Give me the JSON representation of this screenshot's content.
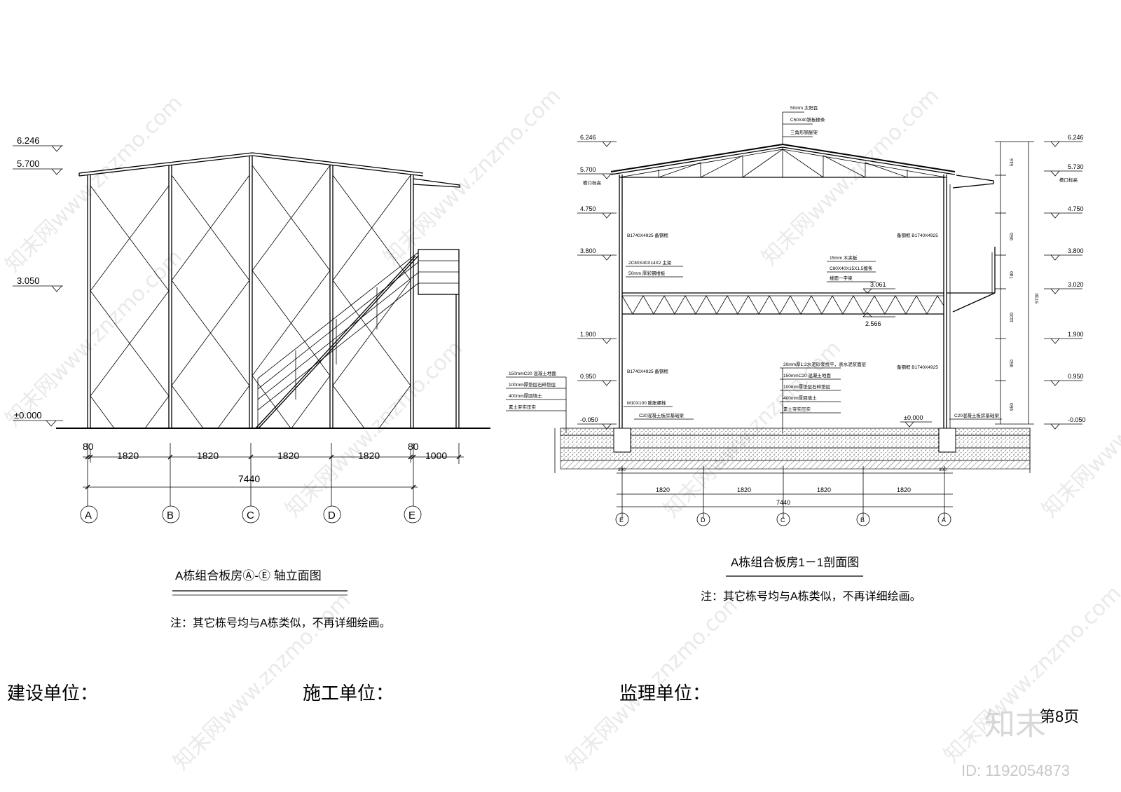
{
  "elevation": {
    "title": "A栋组合板房Ⓐ-Ⓔ 轴立面图",
    "note": "注：其它栋号均与A栋类似，不再详细绘画。",
    "levels": [
      "6.246",
      "5.700",
      "3.050",
      "±0.000"
    ],
    "dims": [
      "80",
      "1820",
      "1820",
      "1820",
      "1820",
      "80",
      "1000"
    ],
    "total": "7440",
    "axes": [
      "A",
      "B",
      "C",
      "D",
      "E"
    ]
  },
  "section": {
    "title": "A栋组合板房1－1剖面图",
    "note": "注：其它栋号均与A栋类似，不再详细绘画。",
    "levels_left": [
      "6.246",
      "5.700",
      "4.750",
      "3.800",
      "1.900",
      "0.950",
      "-0.050"
    ],
    "levels_right": [
      "6.246",
      "5.730",
      "4.750",
      "3.800",
      "3.020",
      "1.900",
      "0.950",
      "-0.050"
    ],
    "level_notes": {
      "eave_left": "檐口标高",
      "eave_right": "檐口标高"
    },
    "roof_labels": [
      "50mm 太阳瓦",
      "C50X40铁板檩条",
      "三角形钢屋架"
    ],
    "wall_left_top": "B1740X4925 备钢框",
    "wall_right_top": "备钢框 B1740X4925",
    "wall_left_bottom": "B1740X4925 备钢框",
    "wall_right_bottom": "备钢框 B1740X4925",
    "floor_left": [
      "2C80X40X14X2 主梁",
      "50mm 厚彩钢楼板"
    ],
    "floor_right": [
      "15mm 木夹板",
      "C80X40X15X1.5檩条",
      "楼面一字梁"
    ],
    "floor_levels": [
      "3.061",
      "2.566"
    ],
    "ground_left": [
      "150mmC20  混凝土地面",
      "100mm厚垫层石碎垫层",
      "400mm厚回填土",
      "素土夯实压实"
    ],
    "ground_right": [
      "20mm厚1:2水泥砂浆找平，表水泥浆面层",
      "150mmC20  混凝土地面",
      "100mm厚垫层石碎垫层",
      "400mm厚回填土",
      "素土夯实压实"
    ],
    "anchor": "M10X100  膨胀螺栓",
    "footing_left": "C20混凝土板房基础梁",
    "footing_right": "C20混凝土板房基础梁",
    "zero": "±0.000",
    "vert_dims": [
      "516",
      "950",
      "780",
      "1120",
      "950",
      "950"
    ],
    "vert_total": "5730",
    "edge_dims": [
      "300",
      "300"
    ],
    "dims": [
      "1820",
      "1820",
      "1820",
      "1820"
    ],
    "total": "7440",
    "axes": [
      "E",
      "D",
      "C",
      "B",
      "A"
    ]
  },
  "signatures": {
    "builder": "建设单位：",
    "contractor": "施工单位：",
    "supervisor": "监理单位："
  },
  "page_label": "第8页",
  "watermark": {
    "text": "知末网www.znzmo.com",
    "logo": "知末",
    "id": "ID: 1192054873"
  }
}
